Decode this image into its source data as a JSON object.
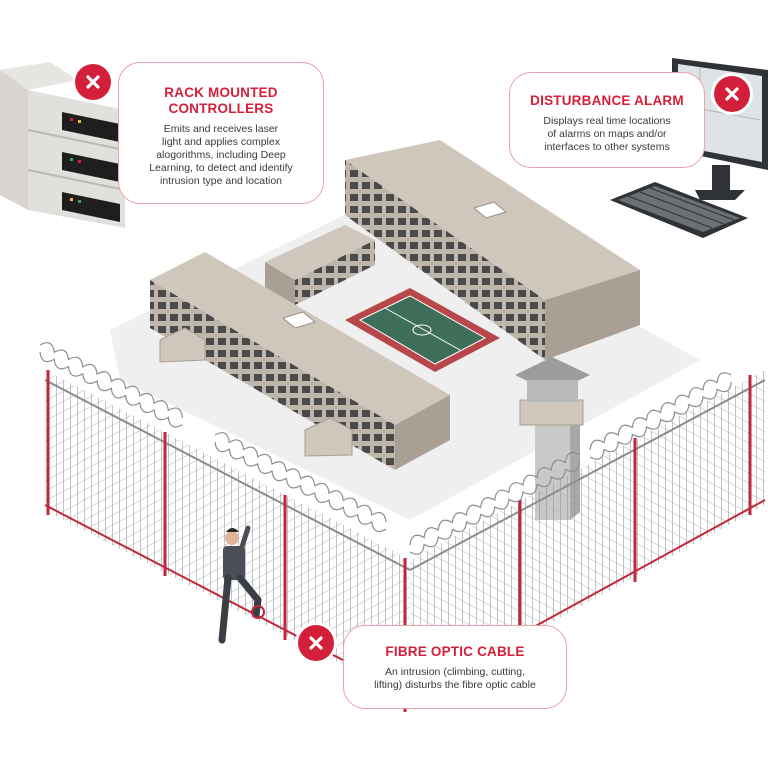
{
  "callouts": {
    "rack": {
      "title_line1": "RACK MOUNTED",
      "title_line2": "CONTROLLERS",
      "body_line1": "Emits and receives laser",
      "body_line2": "light and applies complex",
      "body_line3": "alogorithms, including Deep",
      "body_line4": "Learning, to detect and identify",
      "body_line5": "intrusion type and location"
    },
    "alarm": {
      "title": "DISTURBANCE ALARM",
      "body_line1": "Displays real time locations",
      "body_line2": "of alarms on maps and/or",
      "body_line3": "interfaces to other systems"
    },
    "fibre": {
      "title": "FIBRE OPTIC CABLE",
      "body_line1": "An intrusion (climbing, cutting,",
      "body_line2": "lifting) disturbs the fibre optic cable"
    }
  },
  "icons": {
    "badge": "close-icon",
    "rack": "server-rack-icon",
    "monitor": "monitor-icon",
    "keyboard": "keyboard-icon"
  },
  "colors": {
    "accent_red": "#d41f3a",
    "callout_border": "#e8a3ab",
    "building_roof": "#cfc6bc",
    "building_wall": "#bfb6ab",
    "window": "#4a4a4a",
    "court_green": "#3f6f5a",
    "court_red": "#b8474c",
    "fence_gray": "#8a8d90",
    "fence_red": "#c2263b"
  }
}
